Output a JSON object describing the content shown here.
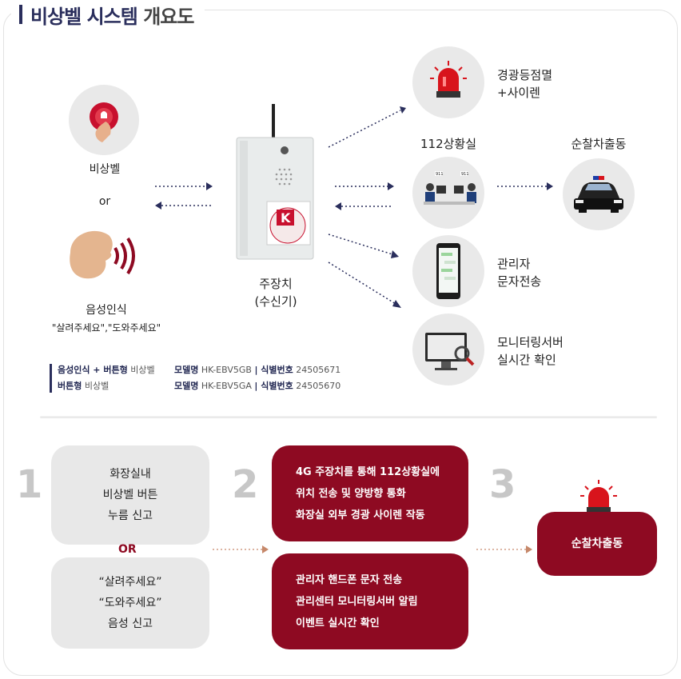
{
  "title": {
    "bold": "비상벨 시스템",
    "light": "개요도"
  },
  "devices": {
    "emergency_bell": "비상벨",
    "or": "or",
    "voice": "음성인식",
    "voice_phrases": "\"살려주세요\",\"도와주세요\"",
    "main_unit_line1": "주장치",
    "main_unit_line2": "(수신기)",
    "device_brand": "K",
    "siren_line1": "경광등점멸",
    "siren_line2": "+사이렌",
    "room112": "112상황실",
    "patrol": "순찰차출동",
    "admin_line1": "관리자",
    "admin_line2": "문자전송",
    "monitor_line1": "모니터링서버",
    "monitor_line2": "실시간 확인",
    "desk_sign": "911"
  },
  "specs": [
    {
      "name_bold": "음성인식 + 버튼형",
      "name_light": "비상벨",
      "model_label": "모델명",
      "model": "HK-EBV5GB",
      "id_label": "식별번호",
      "id": "24505671"
    },
    {
      "name_bold": "버튼형",
      "name_light": "비상벨",
      "model_label": "모델명",
      "model": "HK-EBV5GA",
      "id_label": "식별번호",
      "id": "24505670"
    }
  ],
  "steps": {
    "n1": "1",
    "n2": "2",
    "n3": "3",
    "box1": [
      "화장실내",
      "비상벨 버튼",
      "누름 신고"
    ],
    "or": "OR",
    "box2": [
      "“살려주세요”",
      "“도와주세요”",
      "음성 신고"
    ],
    "box3": [
      "4G 주장치를 통해 112상황실에",
      "위치 전송 및 양방향 통화",
      "화장실 외부 경광 사이렌 작동"
    ],
    "box4": [
      "관리자 핸드폰 문자 전송",
      "관리센터 모니터링서버 알림",
      "이벤트 실시간 확인"
    ],
    "box5": "순찰차출동"
  },
  "colors": {
    "navy": "#2a2e5c",
    "crimson": "#8e0a22",
    "grey_box": "#e8e8e8",
    "circle": "#e9e9e9"
  }
}
